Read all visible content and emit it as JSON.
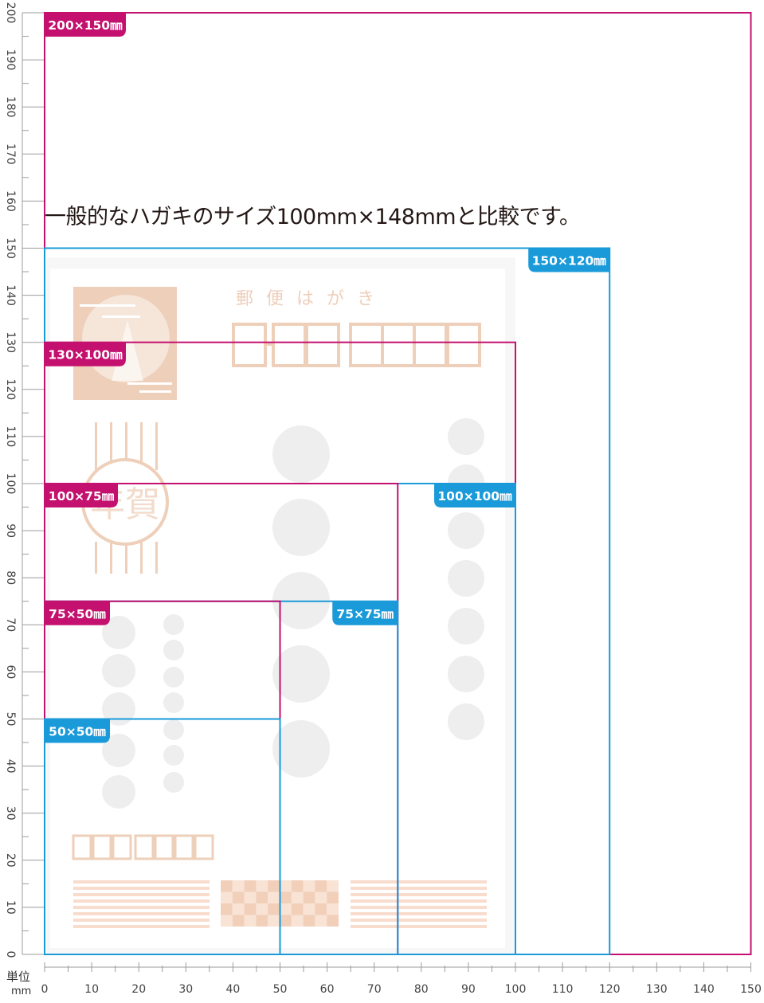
{
  "title": "一般的なハガキのサイズ100mm×148mmと比較です。",
  "unit_label": [
    "単位",
    "mm"
  ],
  "colors": {
    "magenta": "#c4106e",
    "blue": "#1a9ad9",
    "postcard_peach": "#eecfba",
    "postcard_stripe": "#f8dccd",
    "postcard_gray": "#eeeeee",
    "axis": "#9b9b9b"
  },
  "axes": {
    "x_max_mm": 150,
    "y_max_mm": 200,
    "x_ticks": [
      0,
      10,
      20,
      30,
      40,
      50,
      60,
      70,
      80,
      90,
      100,
      110,
      120,
      130,
      140,
      150
    ],
    "y_ticks": [
      0,
      10,
      20,
      30,
      40,
      50,
      60,
      70,
      80,
      90,
      100,
      110,
      120,
      130,
      140,
      150,
      160,
      170,
      180,
      190,
      200
    ]
  },
  "postcard": {
    "width_mm": 100,
    "height_mm": 148,
    "header_text": "郵便はがき",
    "stamp_text": "年賀",
    "icon": "new-year-postcard-template"
  },
  "sizes": [
    {
      "label": "200×150㎜",
      "width_mm": 150,
      "height_mm": 200,
      "color": "magenta",
      "tag_side": "left"
    },
    {
      "label": "150×120㎜",
      "width_mm": 120,
      "height_mm": 150,
      "color": "blue",
      "tag_side": "right"
    },
    {
      "label": "130×100㎜",
      "width_mm": 100,
      "height_mm": 130,
      "color": "magenta",
      "tag_side": "left"
    },
    {
      "label": "100×100㎜",
      "width_mm": 100,
      "height_mm": 100,
      "color": "blue",
      "tag_side": "right"
    },
    {
      "label": "100×75㎜",
      "width_mm": 75,
      "height_mm": 100,
      "color": "magenta",
      "tag_side": "left"
    },
    {
      "label": "75×75㎜",
      "width_mm": 75,
      "height_mm": 75,
      "color": "blue",
      "tag_side": "right"
    },
    {
      "label": "75×50㎜",
      "width_mm": 50,
      "height_mm": 75,
      "color": "magenta",
      "tag_side": "left"
    },
    {
      "label": "50×50㎜",
      "width_mm": 50,
      "height_mm": 50,
      "color": "blue",
      "tag_side": "left"
    }
  ]
}
